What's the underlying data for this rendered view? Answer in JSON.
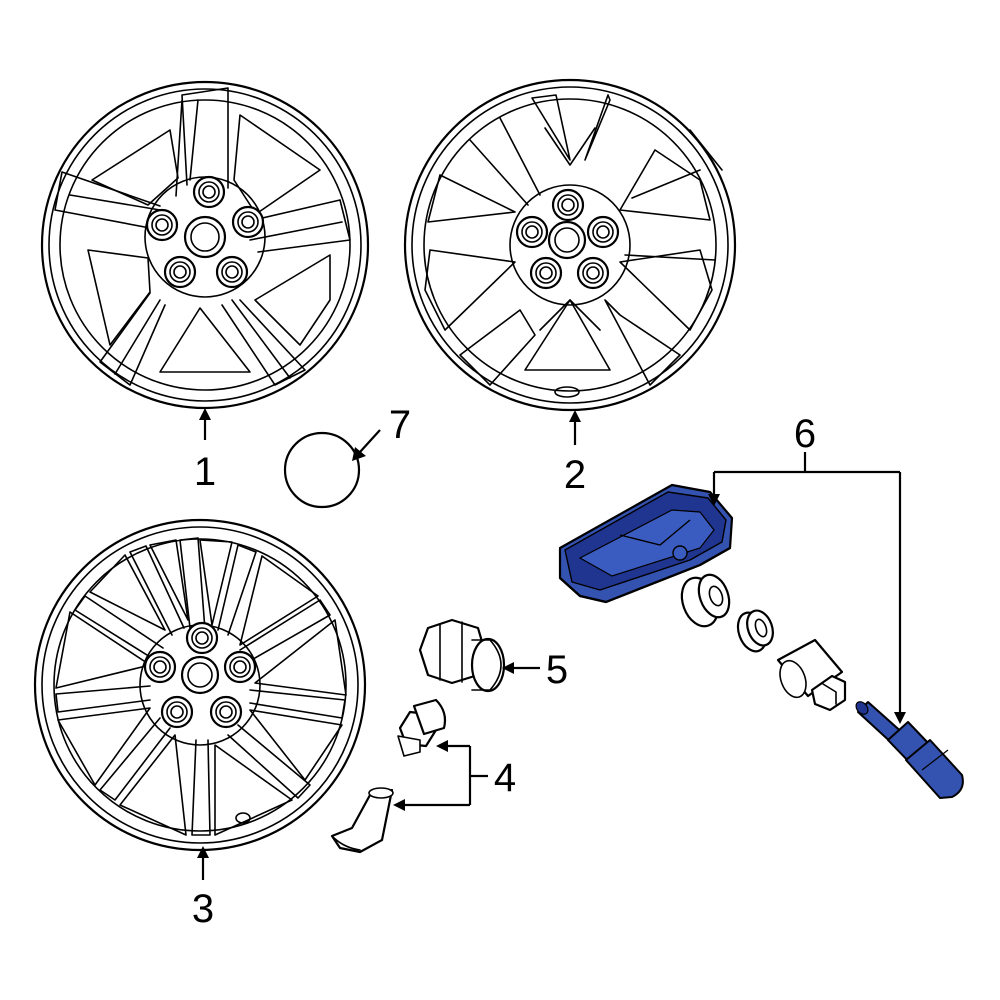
{
  "callouts": {
    "wheel_1": "1",
    "wheel_2": "2",
    "wheel_3": "3",
    "valve_stem": "4",
    "lug_nut": "5",
    "tpms_sensor": "6",
    "center_cap": "7"
  },
  "colors": {
    "highlight_fill": "#3452b0",
    "highlight_dark": "#1f3590",
    "line": "#000000",
    "background": "#ffffff"
  }
}
